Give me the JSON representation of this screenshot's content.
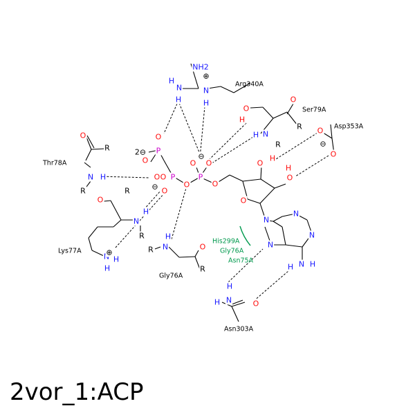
{
  "title": "2vor_1:ACP",
  "colors": {
    "bond": "#000000",
    "oxygen": "#ff0d0d",
    "nitrogen": "#1a1aff",
    "phosphorus": "#cc00cc",
    "contact": "#00994d"
  },
  "residues": {
    "arg340": "Arg340A",
    "ser79": "Ser79A",
    "asp353": "Asp353A",
    "thr78": "Thr78A",
    "lys77": "Lys77A",
    "gly76": "Gly76A",
    "asn303": "Asn303A"
  },
  "hydrophobic_contacts": [
    "His299A",
    "Gly76A",
    "Asn75A"
  ],
  "atoms": {
    "N": "N",
    "O": "O",
    "P": "P",
    "H": "H",
    "R": "R",
    "NH2": "NH2",
    "plus": "⊕",
    "minus": "⊖",
    "charge2minus": "2⊖"
  }
}
